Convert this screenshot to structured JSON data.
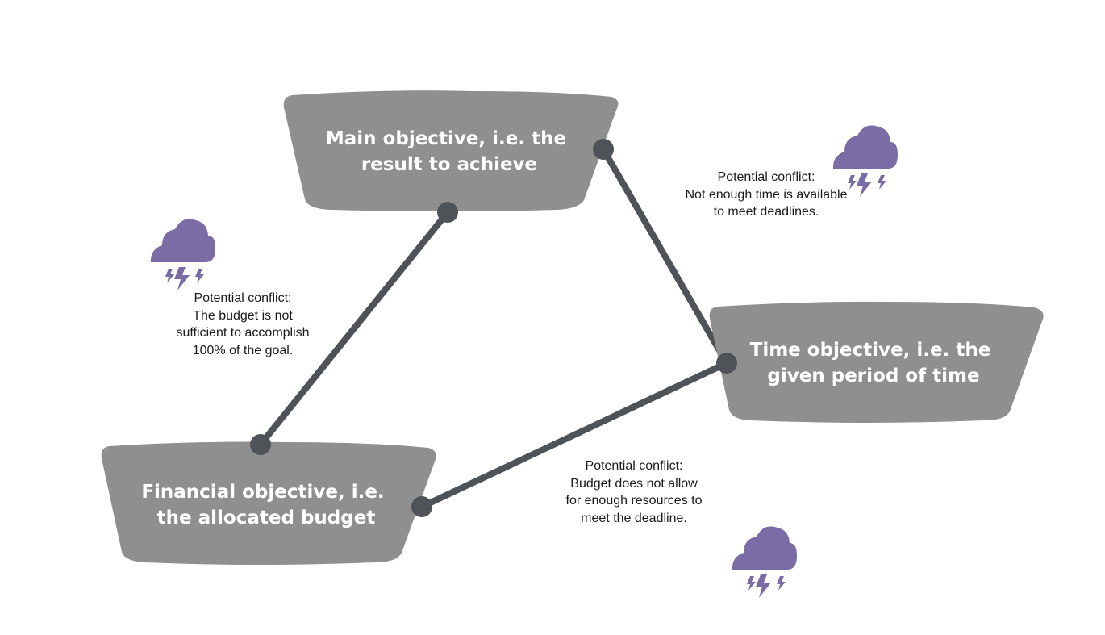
{
  "objectives": {
    "main": {
      "line1": "Main objective, i.e. the",
      "line2": "result to achieve"
    },
    "time": {
      "line1": "Time objective, i.e. the",
      "line2": "given period of time"
    },
    "financial": {
      "line1": "Financial objective, i.e.",
      "line2": "the allocated budget"
    }
  },
  "conflicts": {
    "time": {
      "lines": [
        "Potential conflict:",
        "Not enough time is available",
        "to meet deadlines."
      ]
    },
    "budget": {
      "lines": [
        "Potential conflict:",
        "The budget is not",
        "sufficient to accomplish",
        "100% of the goal."
      ]
    },
    "resources": {
      "lines": [
        "Potential conflict:",
        "Budget does not allow",
        "for enough resources to",
        "meet the deadline."
      ]
    }
  },
  "icons": [
    "storm-cloud-icon",
    "storm-cloud-icon",
    "storm-cloud-icon"
  ],
  "colors": {
    "box": "#8f8f8f",
    "connector": "#4f5257",
    "cloud": "#7a6da6",
    "label": "#ffffff"
  }
}
